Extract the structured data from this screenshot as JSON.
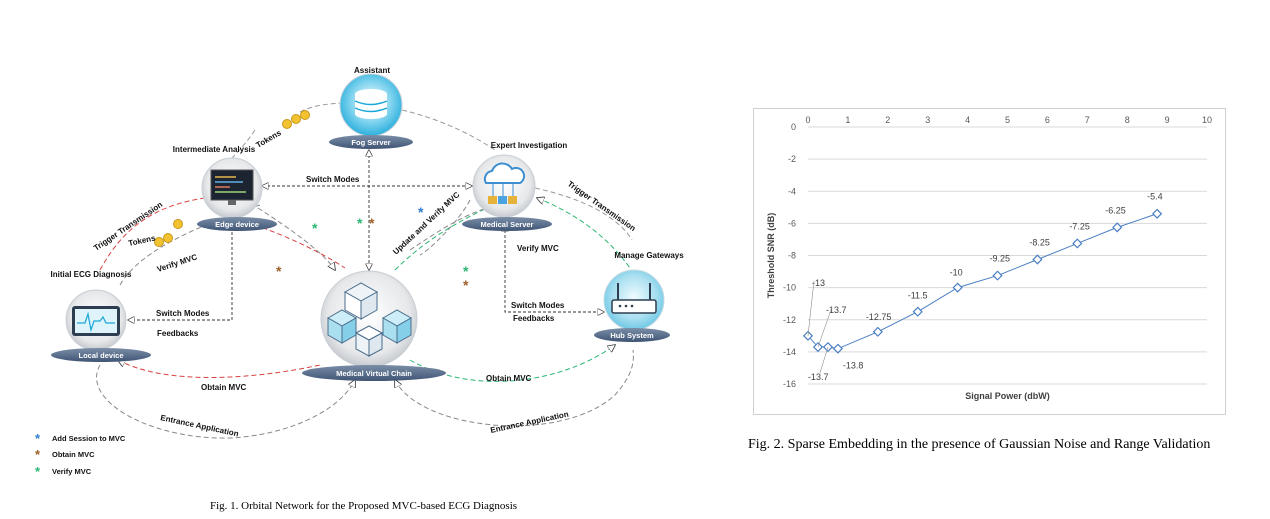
{
  "fig1": {
    "nodes": {
      "fog_server": {
        "title": "Assistant",
        "label": "Fog Server"
      },
      "edge_device": {
        "title": "Intermediate Analysis",
        "label": "Edge device"
      },
      "medical_server": {
        "title": "Expert Investigation",
        "label": "Medical Server"
      },
      "local_device": {
        "title": "Initial ECG Diagnosis",
        "label": "Local device"
      },
      "hub_system": {
        "title": "Manage Gateways",
        "label": "Hub System"
      },
      "chain": {
        "label": "Medical Virtual Chain"
      }
    },
    "edges": {
      "tokens_top": "Tokens",
      "tokens_edge": "Tokens",
      "trigger_left": "Trigger Transmission",
      "trigger_right": "Trigger Transmission",
      "switch_modes_top": "Switch Modes",
      "switch_modes_left": "Switch Modes",
      "switch_modes_right": "Switch Modes",
      "feedbacks_left": "Feedbacks",
      "feedbacks_right": "Feedbacks",
      "verify_mvc_left": "Verify MVC",
      "verify_mvc_right": "Verify MVC",
      "update_verify": "Update and Verify MVC",
      "obtain_left": "Obtain MVC",
      "obtain_right": "Obtain MVC",
      "entrance_left": "Entrance Application",
      "entrance_right": "Entrance Application"
    },
    "legend": [
      {
        "symbol": "*",
        "color": "#2f7fd0",
        "label": "Add Session to MVC"
      },
      {
        "symbol": "*",
        "color": "#a0602a",
        "label": "Obtain MVC"
      },
      {
        "symbol": "*",
        "color": "#2bb673",
        "label": "Verify MVC"
      }
    ],
    "caption": "Fig. 1.  Orbital Network for the Proposed MVC-based ECG Diagnosis"
  },
  "fig2": {
    "caption": "Fig. 2.  Sparse Embedding in the presence of Gaussian Noise and Range Validation"
  },
  "chart_data": {
    "type": "line",
    "title": "",
    "xlabel": "Signal Power (dbW)",
    "ylabel": "Threshold SNR (dB)",
    "xlim": [
      0,
      10
    ],
    "ylim": [
      -16,
      0
    ],
    "xticks": [
      "0",
      "1",
      "2",
      "3",
      "4",
      "5",
      "6",
      "7",
      "8",
      "9",
      "10"
    ],
    "yticks": [
      "0",
      "-2",
      "-4",
      "-6",
      "-8",
      "-10",
      "-12",
      "-14",
      "-16"
    ],
    "grid": true,
    "legend": "none",
    "color": "#4a7ec2",
    "series": [
      {
        "x": [
          0,
          0.25,
          0.5,
          0.75,
          1.75,
          2.75,
          3.75,
          4.75,
          5.75,
          6.75,
          7.75,
          8.75
        ],
        "values": [
          -13,
          -13.7,
          -13.7,
          -13.8,
          -12.75,
          -11.5,
          -10,
          -9.25,
          -8.25,
          -7.25,
          -6.25,
          -5.4
        ],
        "labels": [
          "-13",
          "-13.7",
          "-13.7",
          "-13.8",
          "-12.75",
          "-11.5",
          "-10",
          "-9.25",
          "-8.25",
          "-7.25",
          "-6.25",
          "-5.4"
        ]
      }
    ]
  }
}
